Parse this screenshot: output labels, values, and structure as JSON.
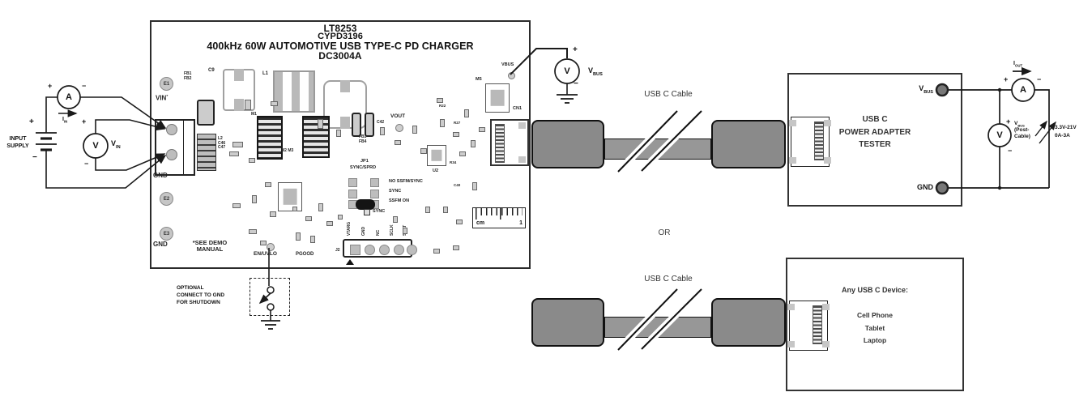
{
  "sym": {
    "plus": "+",
    "minus": "−"
  },
  "meters": {
    "ammeter": "A",
    "voltmeter": "V"
  },
  "input": {
    "supply1": "INPUT",
    "supply2": "SUPPLY",
    "iin_base": "I",
    "iin_sub": "IN",
    "vin_base": "V",
    "vin_sub": "IN"
  },
  "board": {
    "title1": "LT8253",
    "title2": "CYPD3196",
    "title3": "400kHz 60W AUTOMOTIVE USB TYPE-C PD CHARGER",
    "title4": "DC3004A",
    "e1": "E1",
    "vin": "VIN",
    "vin_star": "*",
    "gnd_top": "GND",
    "e2": "E2",
    "e3": "E3",
    "gnd_bot": "GND",
    "fb12": "FB1 FB2",
    "c9": "C9",
    "l1": "L1",
    "l2": "L2",
    "c46": "C46",
    "c47": "C47",
    "m1": "M1",
    "m23": "M2 M3",
    "c42": "C42",
    "fb34": "FB3 FB4",
    "vout": "VOUT",
    "u2": "U2",
    "m5": "M5",
    "cn1": "CN1",
    "vbus": "VBUS",
    "r22": "R22",
    "r27": "R27",
    "r34": "R34",
    "c40": "C40",
    "jp1": "JP1",
    "jp1_name": "SYNC/SPRD",
    "opt1": "NO SSFM/SYNC",
    "opt2": "SYNC",
    "opt3": "SSFM ON",
    "sync": "SYNC",
    "j2": "J2",
    "pin1": "VTARG",
    "pin2": "GND",
    "pin3": "NC",
    "pin4": "SCLK",
    "pin5": "SDAT",
    "ruler_unit": "cm",
    "ruler_one": "1",
    "en": "EN/UVLO",
    "pgood": "PGOOD",
    "note1": "*SEE DEMO",
    "note2": "MANUAL"
  },
  "vbus_meter": {
    "base": "V",
    "sub": "BUS"
  },
  "cable": {
    "label": "USB C Cable"
  },
  "or_label": "OR",
  "tester": {
    "l1": "USB C",
    "l2": "POWER ADAPTER",
    "l3": "TESTER",
    "vbus_base": "V",
    "vbus_sub": "BUS",
    "gnd": "GND"
  },
  "output": {
    "iout_base": "I",
    "iout_sub": "OUT",
    "vbus_base": "V",
    "vbus_sub": "BUS",
    "post1": "(Post-",
    "post2": "Cable)",
    "range1": "3.3V-21V",
    "range2": "0A-3A"
  },
  "device": {
    "l1": "Any USB C Device:",
    "l2": "Cell Phone",
    "l3": "Tablet",
    "l4": "Laptop"
  },
  "shutdown": {
    "l1": "OPTIONAL",
    "l2": "CONNECT TO GND",
    "l3": "FOR SHUTDOWN"
  }
}
